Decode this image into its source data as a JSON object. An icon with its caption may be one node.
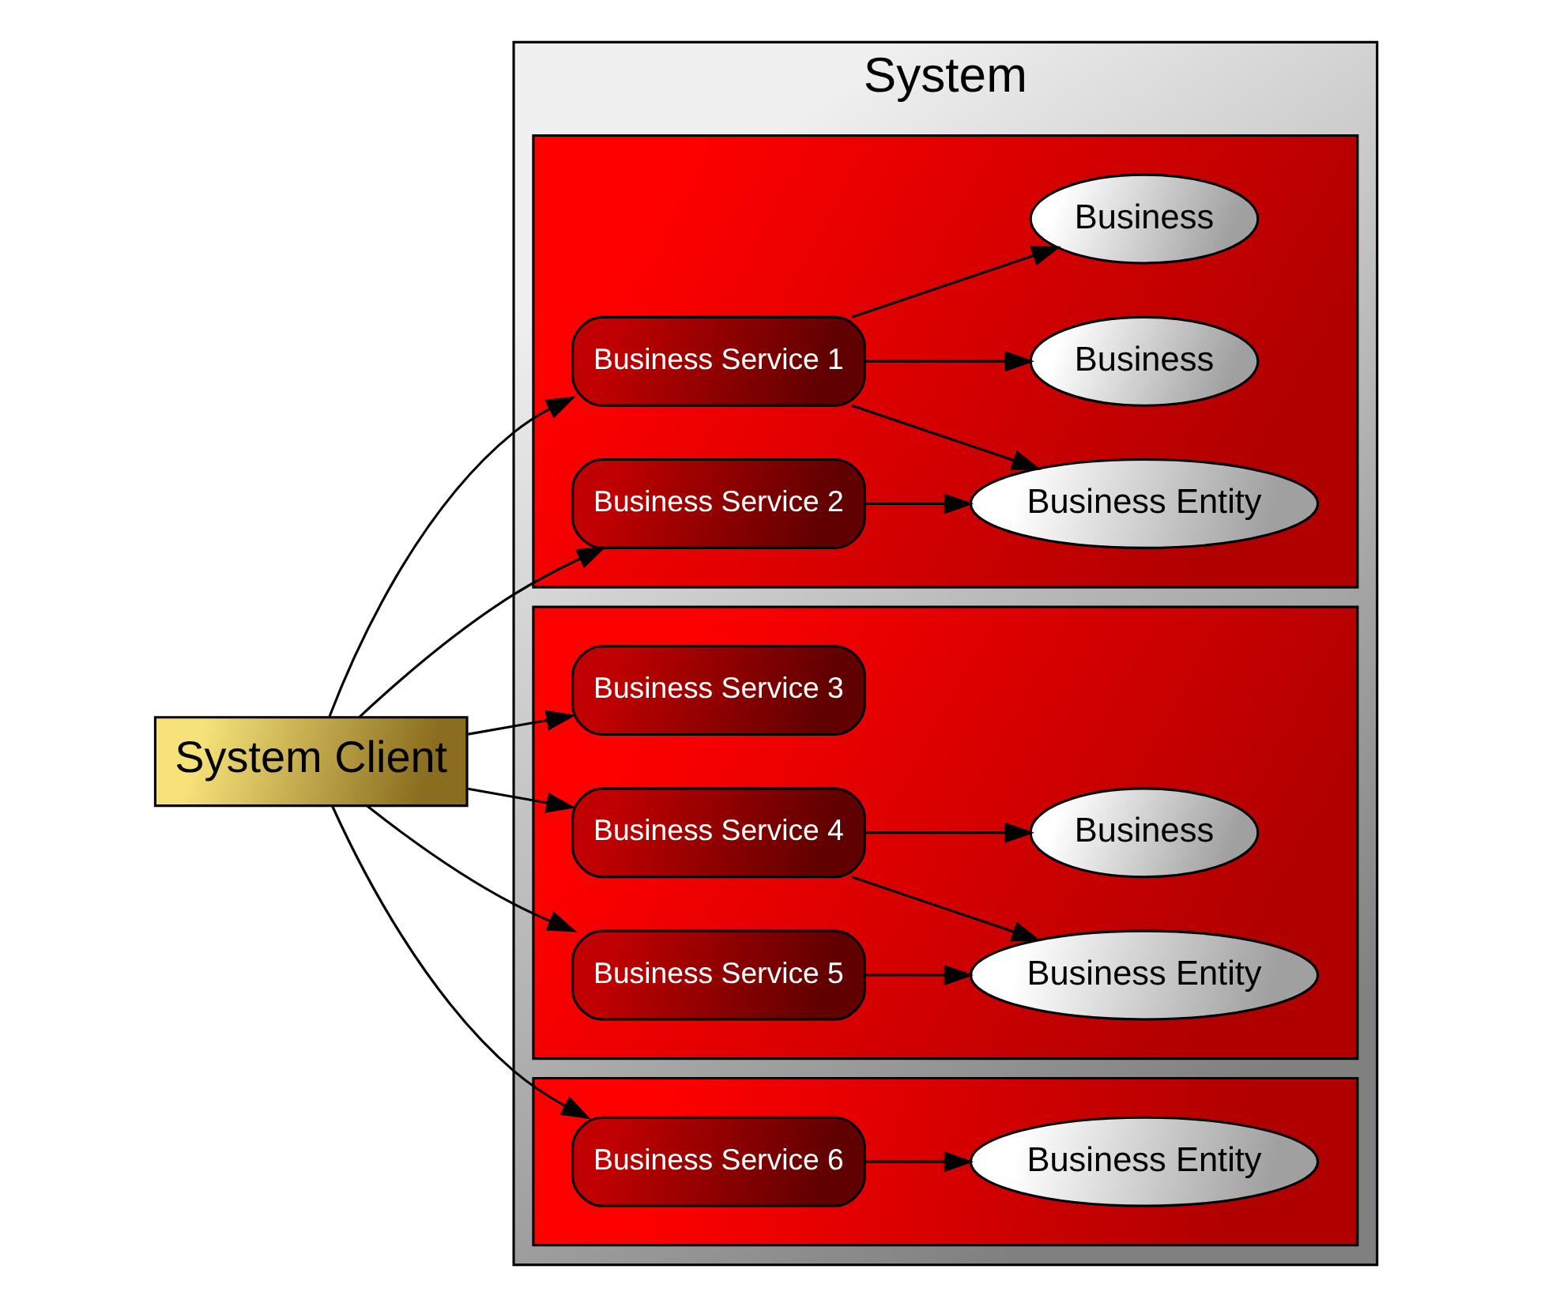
{
  "diagram": {
    "nodes": [
      {
        "text": [
          "System Client"
        ]
      },
      {
        "text": [
          "System"
        ]
      },
      {
        "text": [],
        "shape": "box",
        "in": 1
      },
      {
        "text": [
          "Business Service 1"
        ],
        "in": 2
      },
      {
        "text": [
          "Business Service 2"
        ],
        "in": 2
      },
      {
        "text": [
          "Business"
        ],
        "in": 2
      },
      {
        "text": [
          "Business"
        ],
        "in": 2
      },
      {
        "text": [
          "Business Entity"
        ],
        "in": 2
      },
      {
        "text": [],
        "shape": "box",
        "in": 1
      },
      {
        "text": [
          "Business Service 3"
        ],
        "in": 8
      },
      {
        "text": [
          "Business Service 4"
        ],
        "in": 8
      },
      {
        "text": [
          "Business Service 5"
        ],
        "in": 8
      },
      {
        "text": [
          "Business"
        ],
        "in": 8
      },
      {
        "text": [
          "Business Entity"
        ],
        "in": 8
      },
      {
        "text": [],
        "shape": "box",
        "in": 1
      },
      {
        "text": [
          "Business Service 6"
        ],
        "in": 14
      },
      {
        "text": [
          "Business Entity"
        ],
        "in": 14
      }
    ],
    "edges": [
      {
        "from": 0,
        "to": 3,
        "arrow": "to"
      },
      {
        "from": 0,
        "to": 4,
        "arrow": "to"
      },
      {
        "from": 0,
        "to": 9,
        "arrow": "to"
      },
      {
        "from": 0,
        "to": 10,
        "arrow": "to"
      },
      {
        "from": 0,
        "to": 11,
        "arrow": "to"
      },
      {
        "from": 0,
        "to": 15,
        "arrow": "to"
      },
      {
        "from": 3,
        "to": 5,
        "arrow": "to"
      },
      {
        "from": 3,
        "to": 6,
        "arrow": "to"
      },
      {
        "from": 3,
        "to": 7,
        "arrow": "to"
      },
      {
        "from": 4,
        "to": 7,
        "arrow": "to"
      },
      {
        "from": 10,
        "to": 12,
        "arrow": "to"
      },
      {
        "from": 10,
        "to": 13,
        "arrow": "to"
      },
      {
        "from": 11,
        "to": 13,
        "arrow": "to"
      },
      {
        "from": 15,
        "to": 16,
        "arrow": "to"
      }
    ]
  }
}
